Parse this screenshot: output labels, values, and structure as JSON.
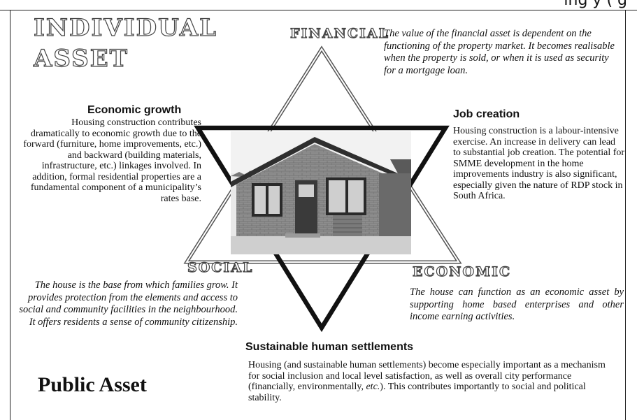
{
  "header_fragment": "ing                      y         (          g",
  "individual_asset": [
    "INDIVIDUAL",
    "ASSET"
  ],
  "financial": {
    "label": "FINANCIAL",
    "text": "The value of the financial asset is dependent on the functioning of the property market.  It becomes realisable when the property is sold, or when it is used as security for a mortgage loan."
  },
  "economic_growth": {
    "heading": "Economic growth",
    "text": "Housing construction contributes dramatically to economic growth due to the forward (furniture, home improvements, etc.) and backward (building materials, infrastructure, etc.) linkages involved.  In addition, formal residential properties are a fundamental component of a municipality’s rates base."
  },
  "job_creation": {
    "heading": "Job creation",
    "text": "Housing construction is a labour-intensive exercise.  An increase in delivery can lead to substantial job creation.  The potential for SMME development in the home improvements industry is also significant, especially given the nature of RDP stock in South Africa."
  },
  "social": {
    "label": "SOCIAL",
    "text": "The house is the base from which families grow.  It provides protection from the elements and access to social and community facilities in the neighbourhood.  It offers residents a sense of community citizenship."
  },
  "economic": {
    "label": "ECONOMIC",
    "text": "The house can function as an economic asset by supporting home based enterprises and other income earning activities."
  },
  "sustainable": {
    "heading": "Sustainable human settlements",
    "text_before": "Housing (and sustainable human settlements) become especially important as a mechanism for social inclusion and local level satisfaction, as well as overall city performance (financially, environmentally, ",
    "text_etc": "etc.",
    "text_after": ").  This contributes importantly to social and political stability."
  },
  "public_asset": "Public Asset",
  "colors": {
    "outline_text": "#444444",
    "triangle_thin": "#555555",
    "triangle_thick": "#111111"
  },
  "icons": {
    "photo": "house-photo-illustration"
  }
}
